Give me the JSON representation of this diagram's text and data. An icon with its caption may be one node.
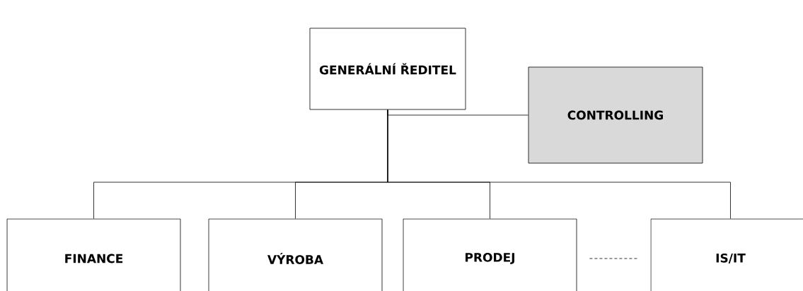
{
  "diagram": {
    "nodes": [
      {
        "text": [
          "GENERÁLNÍ ŘEDITEL"
        ]
      },
      {
        "text": [
          "CONTROLLING"
        ]
      },
      {
        "text": [
          "FINANCE"
        ]
      },
      {
        "text": [
          "VÝROBA"
        ]
      },
      {
        "text": [
          "PRODEJ"
        ]
      },
      {
        "text": [
          "IS/IT"
        ]
      }
    ],
    "edges": [
      {
        "from": 0,
        "to": 1,
        "arrow": "none"
      },
      {
        "from": 0,
        "to": 2,
        "arrow": "none"
      },
      {
        "from": 0,
        "to": 3,
        "arrow": "none"
      },
      {
        "from": 0,
        "to": 4,
        "arrow": "none"
      },
      {
        "from": 0,
        "to": 5,
        "arrow": "none"
      },
      {
        "from": 4,
        "to": 5,
        "arrow": "none",
        "style": "dashed"
      }
    ]
  }
}
